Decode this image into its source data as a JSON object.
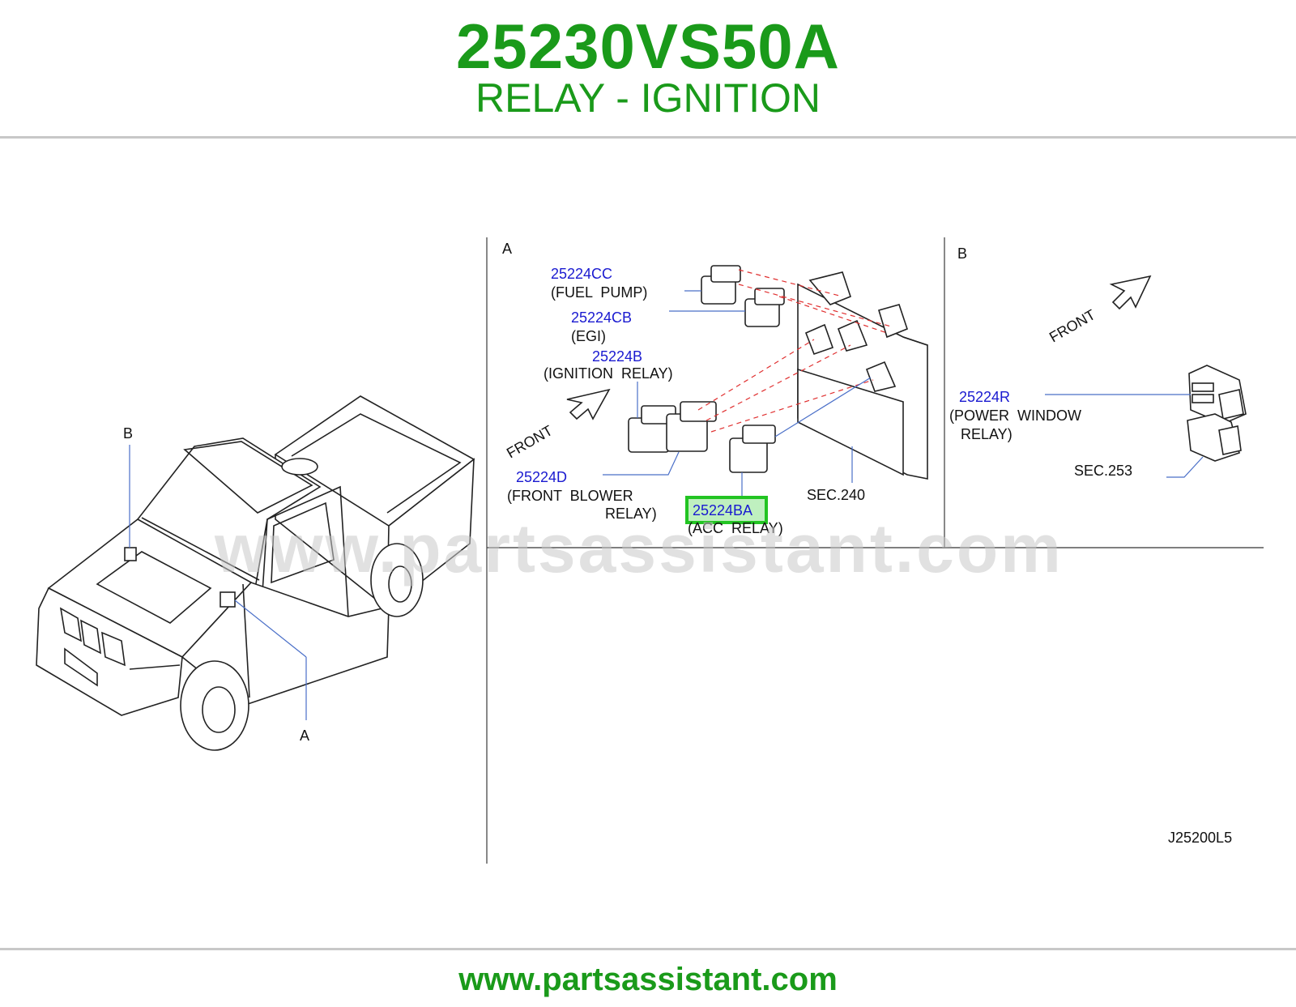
{
  "header": {
    "part_number": "25230VS50A",
    "part_name": "RELAY - IGNITION"
  },
  "footer": {
    "url": "www.partsassistant.com"
  },
  "watermark": "www.partsassistant.com",
  "diagram": {
    "view_labels": {
      "vehicle_a": "A",
      "vehicle_b": "B",
      "panel_a": "A",
      "panel_b": "B"
    },
    "front_a": "FRONT",
    "front_b": "FRONT",
    "parts": [
      {
        "code": "25224CC",
        "desc": [
          "(FUEL  PUMP)"
        ]
      },
      {
        "code": "25224CB",
        "desc": [
          "(EGI)"
        ]
      },
      {
        "code": "25224B",
        "desc": [
          "(IGNITION  RELAY)"
        ]
      },
      {
        "code": "25224D",
        "desc": [
          "(FRONT  BLOWER",
          "RELAY)"
        ]
      },
      {
        "code": "25224BA",
        "desc": [
          "(ACC  RELAY)"
        ],
        "highlighted": true
      },
      {
        "code": "25224R",
        "desc": [
          "(POWER  WINDOW",
          "RELAY)"
        ]
      }
    ],
    "sec_240": "SEC.240",
    "sec_253": "SEC.253",
    "drawing_id": "J25200L5"
  },
  "colors": {
    "brand_green": "#1a9a1a",
    "link_blue": "#1a1ad0",
    "highlight_green": "#22c422",
    "guide_red": "#e03030"
  }
}
